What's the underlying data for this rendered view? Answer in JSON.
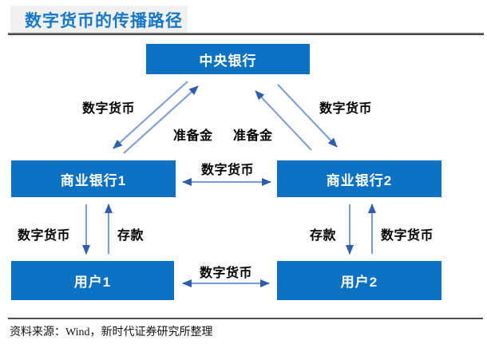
{
  "title": {
    "text": "数字货币的传播路径"
  },
  "colors": {
    "box_blue": "#0a71c3",
    "title_blue": "#1778c9",
    "arrow_line": "#7c9bd9",
    "arrow_head": "#2e5cae",
    "label_black": "#000000"
  },
  "diagram": {
    "nodes": [
      {
        "id": "central-bank",
        "label": "中央银行"
      },
      {
        "id": "commercial-bank-1",
        "label": "商业银行1"
      },
      {
        "id": "commercial-bank-2",
        "label": "商业银行2"
      },
      {
        "id": "user-1",
        "label": "用户1"
      },
      {
        "id": "user-2",
        "label": "用户2"
      }
    ],
    "edges": [
      {
        "from": "中央银行",
        "to": "商业银行1",
        "label": "数字货币",
        "bidirectional": false
      },
      {
        "from": "商业银行1",
        "to": "中央银行",
        "label": "准备金",
        "bidirectional": false
      },
      {
        "from": "商业银行2",
        "to": "中央银行",
        "label": "准备金",
        "bidirectional": false
      },
      {
        "from": "中央银行",
        "to": "商业银行2",
        "label": "数字货币",
        "bidirectional": false
      },
      {
        "from": "商业银行1",
        "to": "商业银行2",
        "label": "数字货币",
        "bidirectional": true
      },
      {
        "from": "商业银行1",
        "to": "用户1",
        "label": "数字货币",
        "bidirectional": false
      },
      {
        "from": "用户1",
        "to": "商业银行1",
        "label": "存款",
        "bidirectional": false
      },
      {
        "from": "商业银行2",
        "to": "用户2",
        "label": "存款",
        "bidirectional": false
      },
      {
        "from": "用户2",
        "to": "商业银行2",
        "label": "数字货币",
        "bidirectional": false
      },
      {
        "from": "用户1",
        "to": "用户2",
        "label": "数字货币",
        "bidirectional": true
      }
    ]
  },
  "source": {
    "text": "资料来源：Wind，新时代证券研究所整理"
  }
}
